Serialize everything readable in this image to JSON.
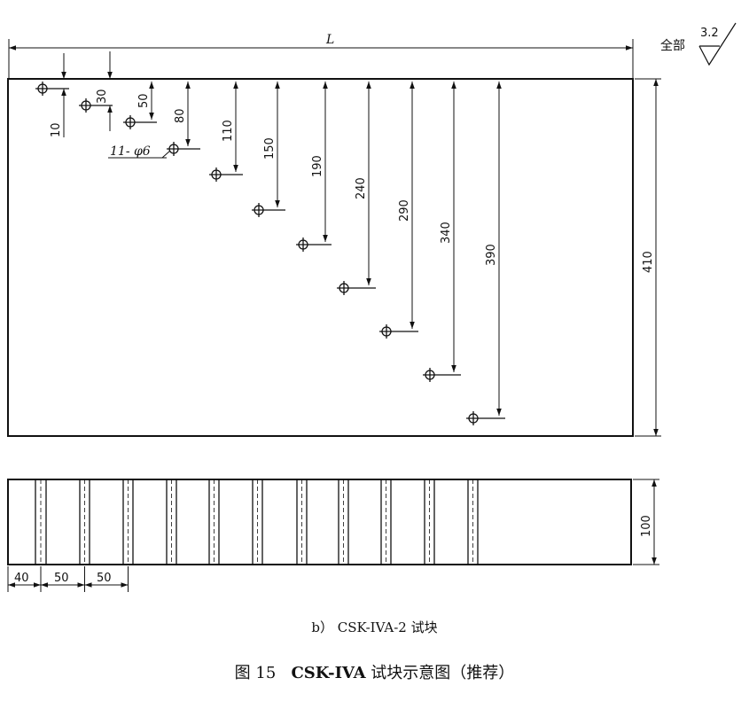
{
  "dims": {
    "length_label": "L",
    "hole_callout": "11- φ6",
    "top_depths": [
      "10",
      "30",
      "50",
      "80",
      "110",
      "150",
      "190",
      "240",
      "290",
      "340",
      "390"
    ],
    "height": "410",
    "side_height": "100",
    "side_spacings": [
      "40",
      "50",
      "50"
    ]
  },
  "surface_finish": {
    "label": "全部",
    "value": "3.2"
  },
  "captions": {
    "sub": "b） CSK-IVA-2 试块",
    "figure_no": "图 15",
    "title_bold": "CSK-IVA",
    "title_rest": " 试块示意图（推荐）"
  }
}
